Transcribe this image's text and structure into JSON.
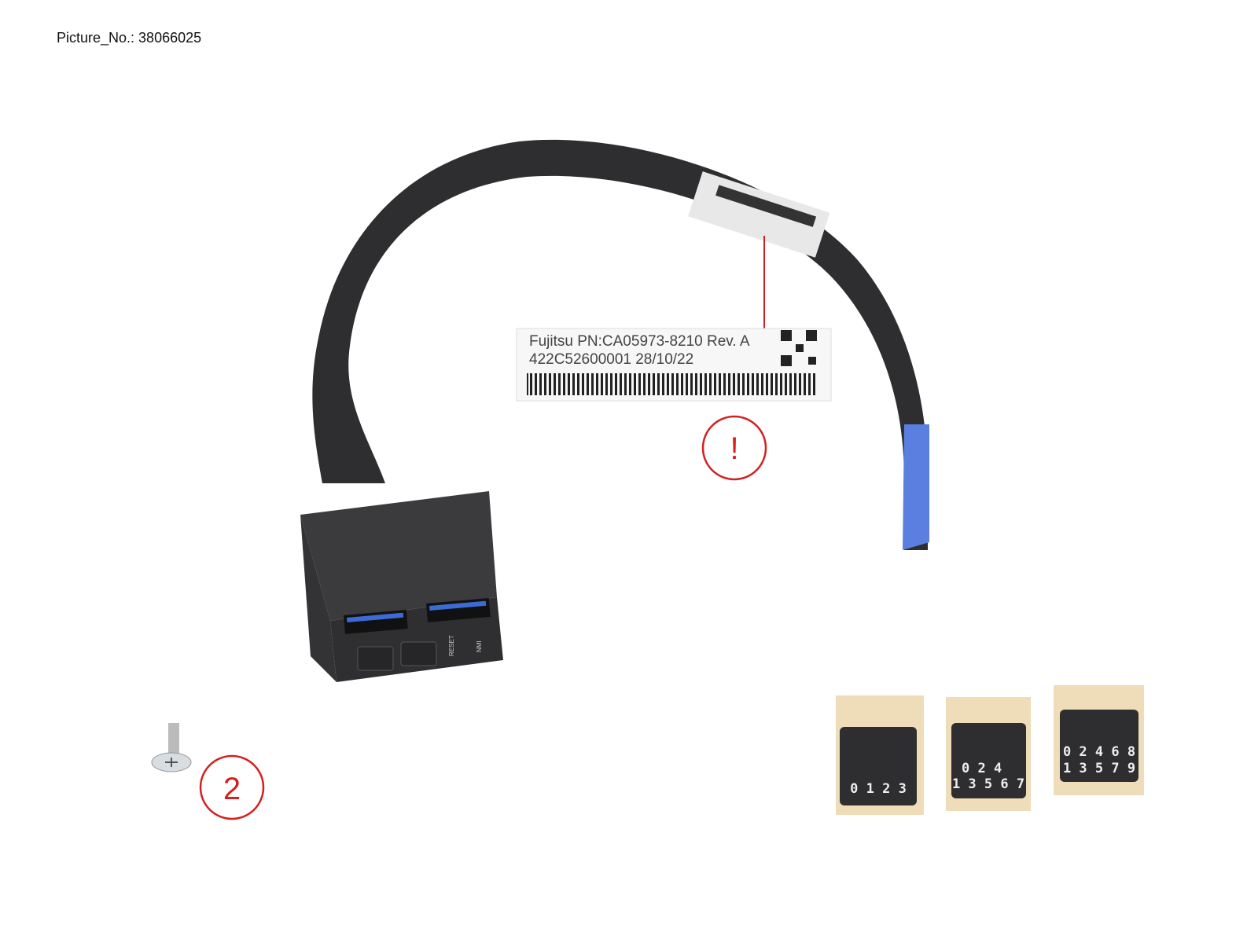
{
  "header": {
    "picture_number": "Picture_No.: 38066025"
  },
  "label": {
    "line1": "Fujitsu PN:CA05973-8210 Rev. A",
    "line2": "422C52600001 28/10/22"
  },
  "connector": {
    "reset_label": "RESET",
    "nmi_label": "NMI"
  },
  "callouts": {
    "warning": "!",
    "quantity": "2"
  },
  "stickers": [
    {
      "line1": "",
      "line2": "0 1 2 3"
    },
    {
      "line1": "0 2 4",
      "line2": "1 3 5 6 7"
    },
    {
      "line1": "0 2 4 6 8",
      "line2": "1 3 5 7 9"
    }
  ],
  "colors": {
    "callout": "#d42020",
    "cable": "#2e2e30",
    "usb": "#3d6bd6",
    "sticker_backing": "#efdcb8"
  }
}
